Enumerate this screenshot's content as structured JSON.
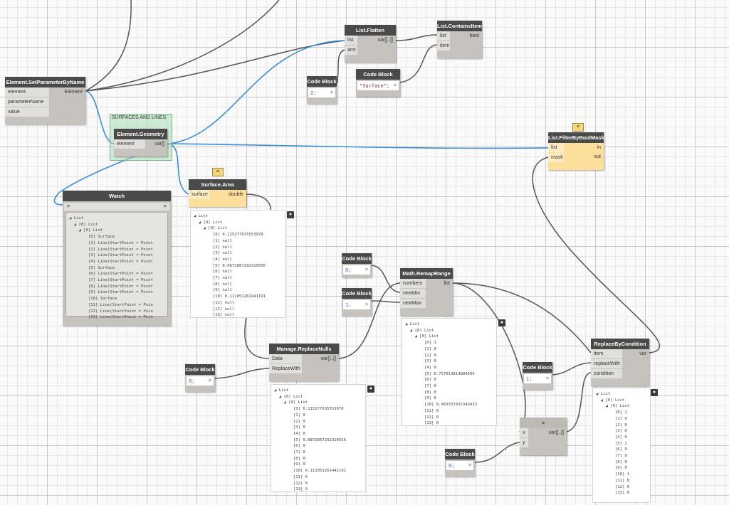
{
  "group": {
    "title": "SURFACES AND LINES"
  },
  "nodes": {
    "set_param": {
      "title": "Element.SetParameterByName",
      "inputs": [
        "element",
        "parameterName",
        "value"
      ],
      "output": "Element"
    },
    "geometry": {
      "title": "Element.Geometry",
      "input": "element",
      "output": "var[]"
    },
    "flatten": {
      "title": "List.Flatten",
      "inputs": [
        "list",
        "amt"
      ],
      "output": "var[]..[]"
    },
    "contains": {
      "title": "List.ContainsItem",
      "inputs": [
        "list",
        "item"
      ],
      "output": "bool"
    },
    "filter": {
      "title": "List.FilterByBoolMask",
      "inputs": [
        "list",
        "mask"
      ],
      "outputs": [
        "in",
        "out"
      ]
    },
    "area": {
      "title": "Surface.Area",
      "input": "surface",
      "output": "double"
    },
    "watch": {
      "title": "Watch",
      "in": ">",
      "out": ">"
    },
    "remap": {
      "title": "Math.RemapRange",
      "inputs": [
        "numbers",
        "newMin",
        "newMax"
      ],
      "output": "list"
    },
    "replace_nulls": {
      "title": "Manage.ReplaceNulls",
      "inputs": [
        "Data",
        "ReplaceWith"
      ],
      "output": "var[]..[]"
    },
    "replace_cond": {
      "title": "ReplaceByCondition",
      "inputs": [
        "item",
        "replaceWith",
        "condition"
      ],
      "output": "var"
    },
    "greater": {
      "title": ">",
      "inputs": [
        "x",
        "y"
      ],
      "output": "var[]..[]"
    }
  },
  "code_blocks": {
    "cb_amt": {
      "title": "Code Block",
      "value": "2;",
      "out": ">"
    },
    "cb_surface": {
      "title": "Code Block",
      "value": "\"Surface\";",
      "out": ">"
    },
    "cb_min": {
      "title": "Code Block",
      "value": "0;",
      "out": ">"
    },
    "cb_max": {
      "title": "Code Block",
      "value": "1;",
      "out": ">"
    },
    "cb_nulls": {
      "title": "Code Block",
      "value": "0;",
      "out": ">"
    },
    "cb_repl": {
      "title": "Code Block",
      "value": "1;",
      "out": ">"
    },
    "cb_zero": {
      "title": "Code Block",
      "value": "0;",
      "out": ">"
    }
  },
  "previews": {
    "watch": "◢ List\n  ◢ [0] List\n    ◢ [0] List\n        [0] Surface\n        [1] Line(StartPoint = Point\n        [2] Line(StartPoint = Point\n        [3] Line(StartPoint = Point\n        [4] Line(StartPoint = Point\n        [5] Surface\n        [6] Line(StartPoint = Point\n        [7] Line(StartPoint = Point\n        [8] Line(StartPoint = Point\n        [9] Line(StartPoint = Point\n        [10] Surface\n        [11] Line(StartPoint = Poin\n        [12] Line(StartPoint = Poin\n        [13] Line(StartPoint = Poin",
    "area": "◢ List\n  ◢ [0] List\n    ◢ [0] List\n        [0] 0.115277635553978\n        [1] null\n        [2] null\n        [3] null\n        [4] null\n        [5] 0.0872867292310556\n        [6] null\n        [7] null\n        [8] null\n        [9] null\n        [10] 0.111051261441191\n        [11] null\n        [12] null\n        [13] null",
    "replace_nulls": "◢ List\n  ◢ [0] List\n    ◢ [0] List\n        [0] 0.115277635553978\n        [1] 0\n        [2] 0\n        [3] 0\n        [4] 0\n        [5] 0.0872867292310556\n        [6] 0\n        [7] 0\n        [8] 0\n        [9] 0\n        [10] 0.111051261441191\n        [11] 0\n        [12] 0\n        [13] 0",
    "remap": "◢ List\n  ◢ [0] List\n    ◢ [0] List\n        [0] 1\n        [1] 0\n        [2] 0\n        [3] 0\n        [4] 0\n        [5] 0.757013814884394\n        [6] 0\n        [7] 0\n        [8] 0\n        [9] 0\n        [10] 0.963337432343433\n        [11] 0\n        [12] 0\n        [13] 0",
    "replace_cond": "◢ List\n  ◢ [0] List\n    ◢ [0] List\n        [0] 1\n        [1] 0\n        [2] 0\n        [3] 0\n        [4] 0\n        [5] 1\n        [6] 0\n        [7] 0\n        [8] 0\n        [9] 0\n        [10] 1\n        [11] 0\n        [12] 0\n        [13] 0"
  },
  "colors": {
    "wire": "#6e6e6e",
    "wire_selected": "#3b8ede",
    "node_header": "#4a4a4a",
    "node_body": "#c6c3be",
    "selected_body": "#fbdf9a"
  }
}
